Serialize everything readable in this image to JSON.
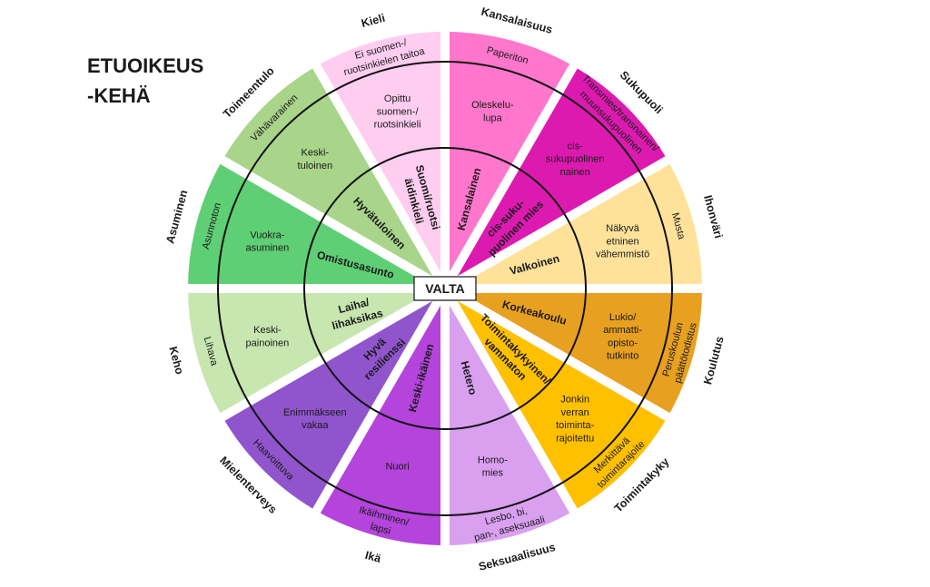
{
  "title": {
    "line1": "ETUOIKEUS",
    "line2": "-KEHÄ"
  },
  "center_label": "VALTA",
  "sectors": [
    {
      "category": "Kansalaisuus",
      "color": "#ff77cc",
      "outer": [
        "Paperiton"
      ],
      "middle": [
        "Oleskelu-",
        "lupa"
      ],
      "inner": [
        "Kansalainen"
      ]
    },
    {
      "category": "Sukupuoli",
      "color": "#dd1ab0",
      "outer": [
        "Transmies/transnainen/",
        "muunsukupuolinen"
      ],
      "middle": [
        "cis-",
        "sukupuolinen",
        "nainen"
      ],
      "inner": [
        "cis-suku-",
        "puolinen mies"
      ]
    },
    {
      "category": "Ihonväri",
      "color": "#ffe29a",
      "outer": [
        "Musta"
      ],
      "middle": [
        "Näkyvä",
        "etninen",
        "vähemmistö"
      ],
      "inner": [
        "Valkoinen"
      ]
    },
    {
      "category": "Koulutus",
      "color": "#e8a020",
      "outer": [
        "Peruskoulun",
        "päättötodistus"
      ],
      "middle": [
        "Lukio/",
        "ammatti-",
        "opisto-",
        "tutkinto"
      ],
      "inner": [
        "Korkeakoulu"
      ]
    },
    {
      "category": "Toimintakyky",
      "color": "#ffc000",
      "outer": [
        "Merkittävä",
        "toimintarajoite"
      ],
      "middle": [
        "Jonkin",
        "verran",
        "toiminta-",
        "rajoitettu"
      ],
      "inner": [
        "Toimintakykyinen/",
        "vammaton"
      ]
    },
    {
      "category": "Seksuaalisuus",
      "color": "#d9a0f0",
      "outer": [
        "Lesbo, bi,",
        "pan-, aseksuaali"
      ],
      "middle": [
        "Homo-",
        "mies"
      ],
      "inner": [
        "Hetero"
      ]
    },
    {
      "category": "Ikä",
      "color": "#b444dc",
      "outer": [
        "Ikäihminen/",
        "lapsi"
      ],
      "middle": [
        "Nuori"
      ],
      "inner": [
        "Keski-ikäinen"
      ]
    },
    {
      "category": "Mielenterveys",
      "color": "#9055cc",
      "outer": [
        "Haavoittuva"
      ],
      "middle": [
        "Enimmäkseen",
        "vakaa"
      ],
      "inner": [
        "Hyvä",
        "resilienssi"
      ]
    },
    {
      "category": "Keho",
      "color": "#c8e6b0",
      "outer": [
        "Lihava"
      ],
      "middle": [
        "Keski-",
        "painoinen"
      ],
      "inner": [
        "Laiha/",
        "lihaksikas"
      ]
    },
    {
      "category": "Asuminen",
      "color": "#5fcf75",
      "outer": [
        "Asunnoton"
      ],
      "middle": [
        "Vuokra-",
        "asuminen"
      ],
      "inner": [
        "Omistusasunto"
      ]
    },
    {
      "category": "Toimeentulo",
      "color": "#a8d58a",
      "outer": [
        "Vähävarainen"
      ],
      "middle": [
        "Keski-",
        "tuloinen"
      ],
      "inner": [
        "Hyvätuloinen"
      ]
    },
    {
      "category": "Kieli",
      "color": "#ffcdf0",
      "outer": [
        "Ei suomen-/",
        "ruotsinkielen taitoa"
      ],
      "middle": [
        "Opittu",
        "suomen-/",
        "ruotsinkieli"
      ],
      "inner": [
        "Suomi/ruotsi",
        "äidinkieli"
      ]
    }
  ]
}
